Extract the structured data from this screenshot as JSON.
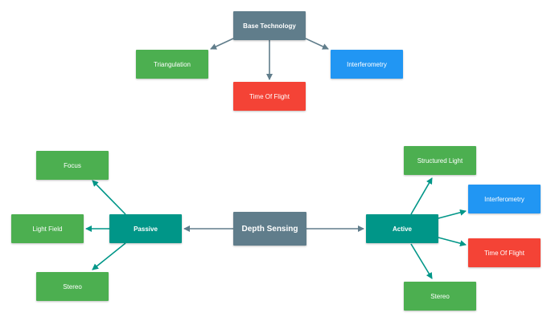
{
  "colors": {
    "gray": "#607d8b",
    "green": "#4caf50",
    "blue": "#2196f3",
    "red": "#f44336",
    "teal": "#009688",
    "arrow_gray": "#607d8b",
    "arrow_teal": "#009688"
  },
  "top_tree": {
    "root": "Base Technology",
    "triangulation": "Triangulation",
    "interferometry": "Interferometry",
    "time_of_flight": "Time Of Flight"
  },
  "bottom_tree": {
    "root": "Depth Sensing",
    "passive": {
      "label": "Passive",
      "focus": "Focus",
      "light_field": "Light Field",
      "stereo": "Stereo"
    },
    "active": {
      "label": "Active",
      "structured_light": "Structured Light",
      "interferometry": "Interferometry",
      "time_of_flight": "Time Of Flight",
      "stereo": "Stereo"
    }
  }
}
